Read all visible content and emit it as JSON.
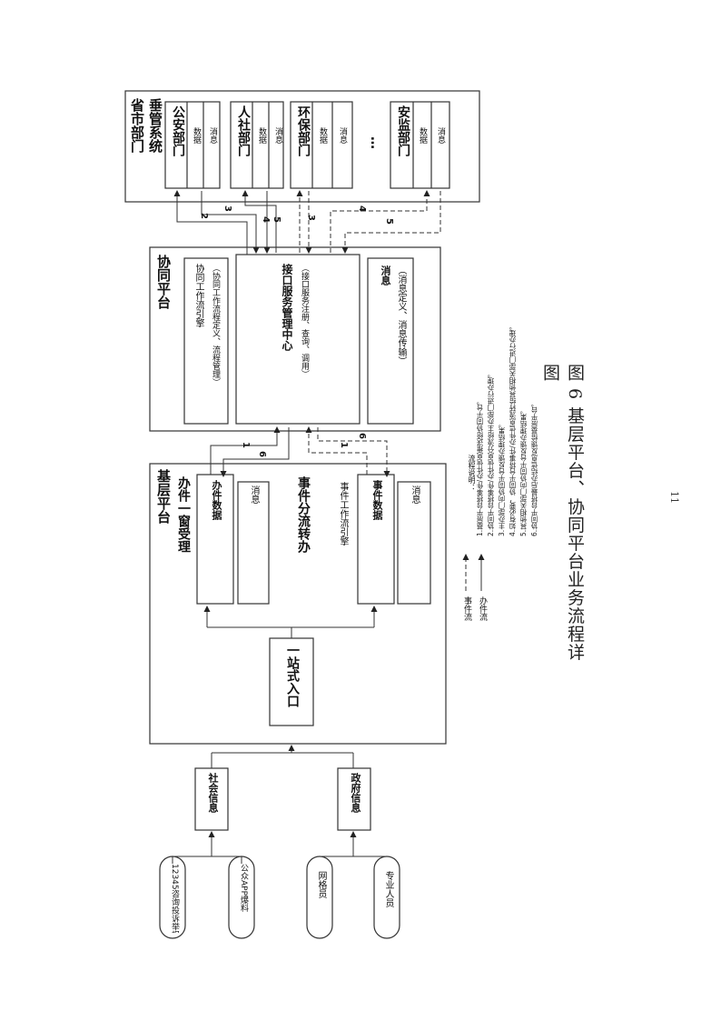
{
  "diagram": {
    "sources": {
      "hotline": "12345咨询投诉举报",
      "app": "公众APP爆料",
      "grid": "网格员",
      "expert": "专业人员"
    },
    "aggregators": {
      "social": "社会信息",
      "gov": "政府信息"
    },
    "base_platform": {
      "title": "基层平台",
      "entrance": "一站式入口",
      "window": {
        "title": "办件一窗受理",
        "data": "办件数据",
        "msg": "消息"
      },
      "dispatch": {
        "title": "事件分流转办",
        "engine": "事件工作流引擎",
        "data": "事件数据",
        "msg": "消息"
      }
    },
    "collab_platform": {
      "title": "协同平台",
      "workflow": {
        "title": "协同工作流引擎",
        "sub": "（协同工作流程定义、流程管理）"
      },
      "interface": {
        "title": "接口服务管理中心",
        "sub": "（接口服务注册、查询、调用）"
      },
      "message": {
        "title": "消息",
        "sub": "（消息定义、消息传输）"
      }
    },
    "departments": {
      "title_line1": "省市部门",
      "title_line2": "垂管系统",
      "ellipsis": "…",
      "items": [
        {
          "name": "公安部门",
          "data": "数据",
          "msg": "消息"
        },
        {
          "name": "人社部门",
          "data": "数据",
          "msg": "消息"
        },
        {
          "name": "环保部门",
          "data": "数据",
          "msg": "消息"
        },
        {
          "name": "安监部门",
          "data": "数据",
          "msg": "消息"
        }
      ]
    },
    "flow_numbers": {
      "n1": "1",
      "n2": "2",
      "n3": "3",
      "n4": "4",
      "n5": "5",
      "n6": "6"
    },
    "legend": {
      "event_flow": "事件流",
      "case_flow": "办件流"
    },
    "notes": {
      "title": "流程说明：",
      "lines": [
        "1.基层平台将事件/办件信息推送给协同平台。",
        "2.协同平台将事件/办件信息分流给主办部门进行办理。",
        "3.主办部门向协同平台反馈办理结果。",
        "4.如有必要，协同平台将事件/办件信息流转给其他相关部门进行办理。",
        "5.其他相关部门向协同平台反馈办理结果。",
        "6.协同平台将最后办结信息反馈给基层平台。"
      ]
    }
  },
  "caption": "图 6  基层平台、协同平台业务流程详图",
  "page_number": "11"
}
